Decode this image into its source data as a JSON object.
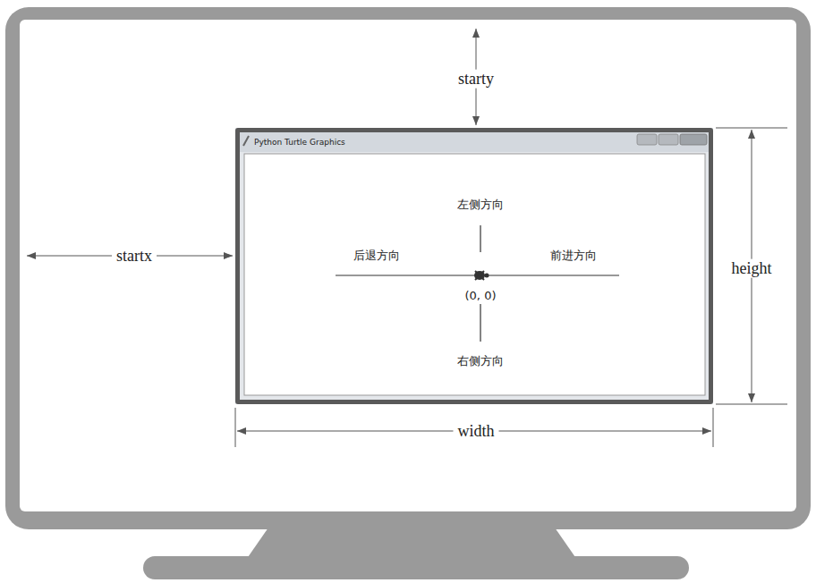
{
  "diagram": {
    "nodes": [
      {
        "text": [
          "Python Turtle Graphics"
        ]
      }
    ],
    "labels": [
      "starty",
      "startx",
      "左侧方向",
      "后退方向",
      "前进方向",
      "(0, 0)",
      "右侧方向",
      "height",
      "width"
    ]
  }
}
